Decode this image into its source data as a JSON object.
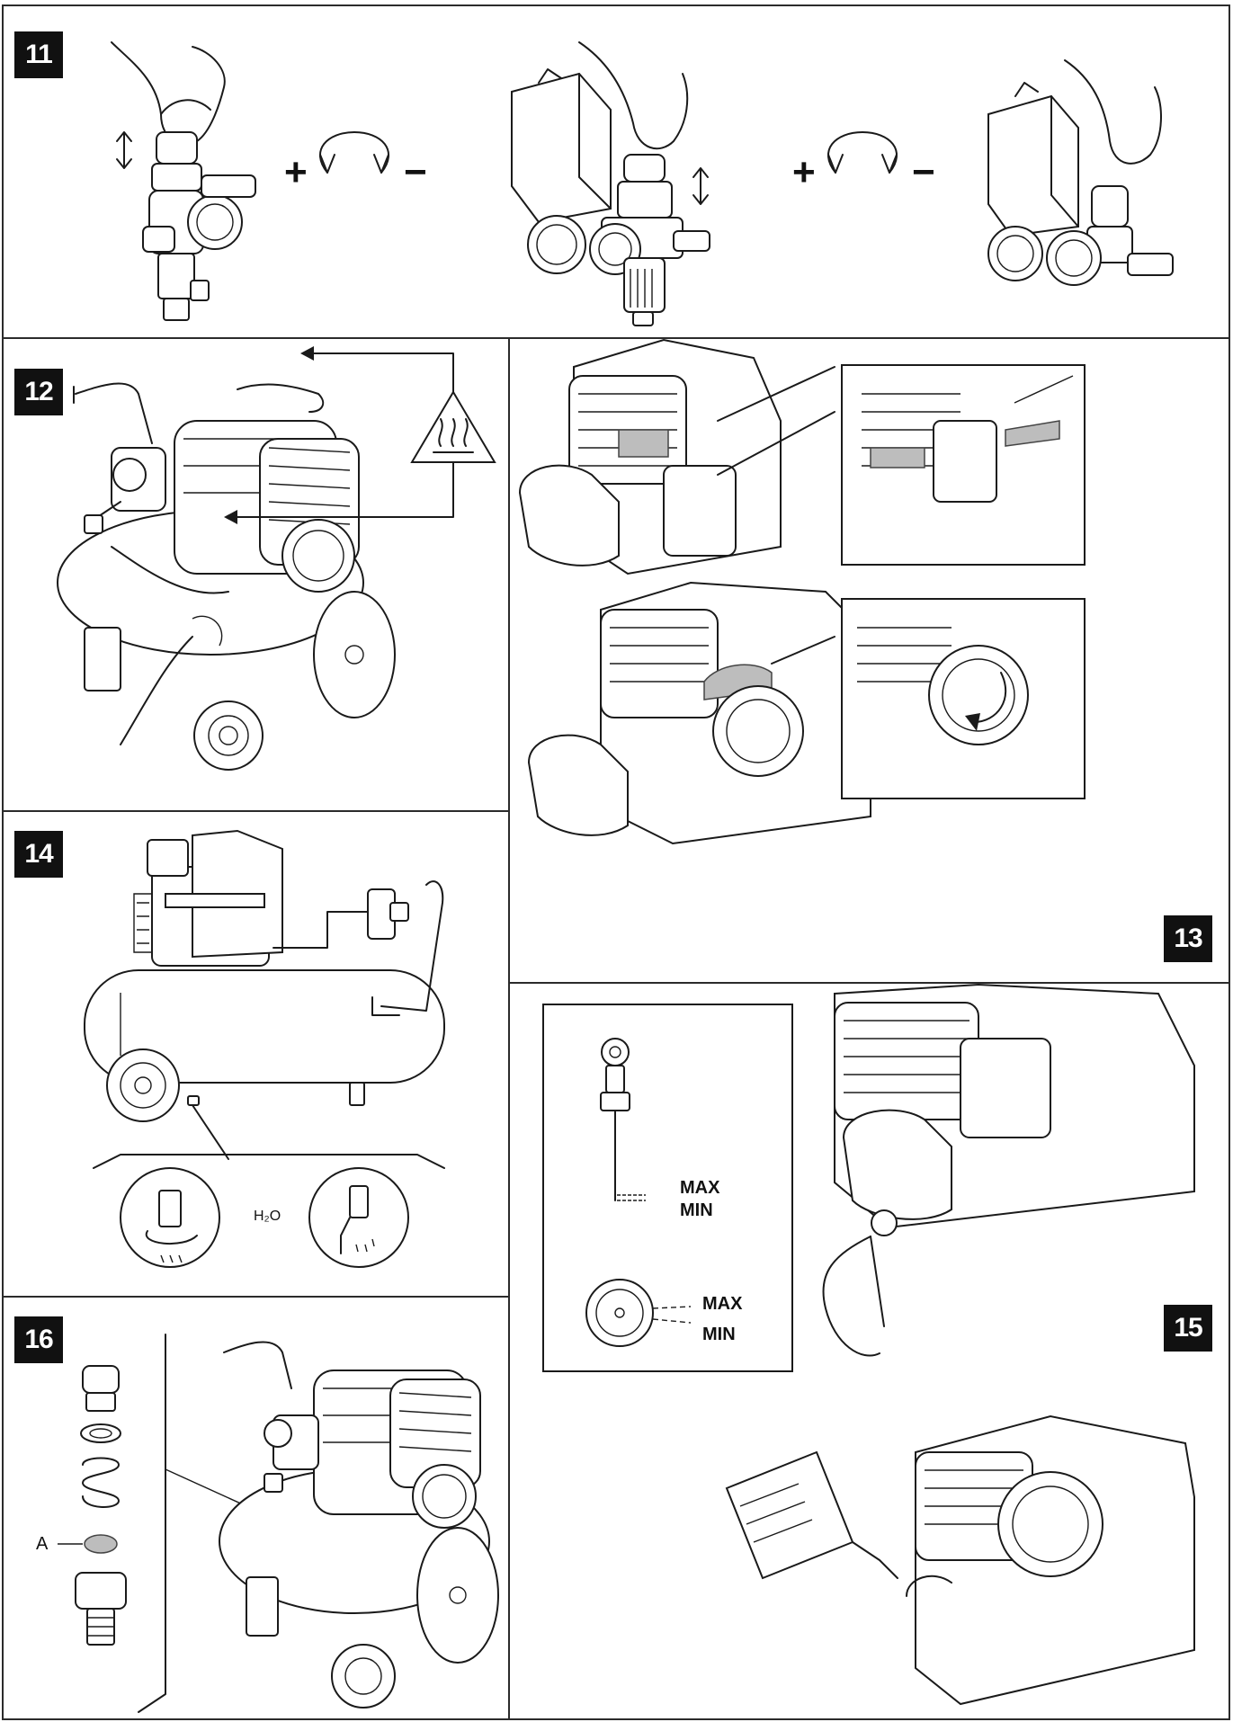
{
  "panels": {
    "p11": {
      "number": "11"
    },
    "p12": {
      "number": "12"
    },
    "p13": {
      "number": "13"
    },
    "p14": {
      "number": "14",
      "water_label": "H₂O"
    },
    "p15": {
      "number": "15",
      "dipstick_max": "MAX",
      "dipstick_min": "MIN",
      "sightglass_max": "MAX",
      "sightglass_min": "MIN"
    },
    "p16": {
      "number": "16",
      "part_label": "A"
    }
  },
  "symbols": {
    "plus": "+",
    "minus": "−"
  },
  "icons": {
    "warning": "hot-surface-warning-icon",
    "rotate": "rotate-arrows-icon",
    "updown": "up-down-arrow-icon"
  },
  "colors": {
    "ink": "#1a1a1a",
    "badge": "#111111",
    "highlight": "#bdbdbd"
  }
}
